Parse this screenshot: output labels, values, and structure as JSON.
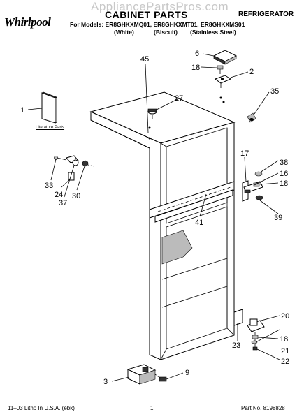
{
  "header": {
    "brand": "Whirlpool",
    "watermark": "AppliancePartsPros.com",
    "title": "CABINET PARTS",
    "product_type": "REFRIGERATOR",
    "models_line": "For Models: ER8GHKXMQ01, ER8GHKXMT01, ER8GHKXMS01",
    "variants": [
      "(White)",
      "(Biscuit)",
      "(Stainless Steel)"
    ]
  },
  "diagram": {
    "literature_label": "Literature Parts",
    "callouts": {
      "c1": "1",
      "c2": "2",
      "c3": "3",
      "c6": "6",
      "c9": "9",
      "c16": "16",
      "c17": "17",
      "c18a": "18",
      "c18b": "18",
      "c18c": "18",
      "c20": "20",
      "c21": "21",
      "c22": "22",
      "c23": "23",
      "c24": "24",
      "c27": "27",
      "c30": "30",
      "c33": "33",
      "c35": "35",
      "c37": "37",
      "c38": "38",
      "c39": "39",
      "c41": "41",
      "c45": "45"
    }
  },
  "footer": {
    "left": "11–03 Litho In U.S.A. (ebk)",
    "page": "1",
    "part_no": "Part No. 8198828"
  }
}
